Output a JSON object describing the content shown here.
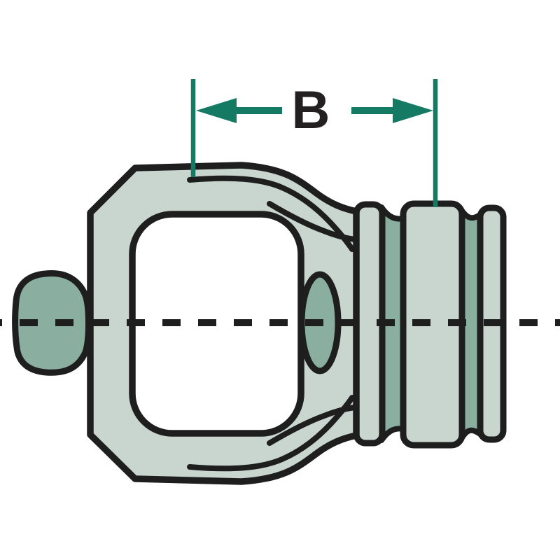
{
  "diagram": {
    "type": "technical-part-illustration",
    "subject": "pto-yoke-with-splined-hub",
    "dimension_label": "B",
    "colors": {
      "background": "#ffffff",
      "outline": "#1e1e1e",
      "part_light": "#c9d6d0",
      "part_dark": "#8aaea0",
      "dimension": "#157a64",
      "label": "#231f20"
    }
  }
}
